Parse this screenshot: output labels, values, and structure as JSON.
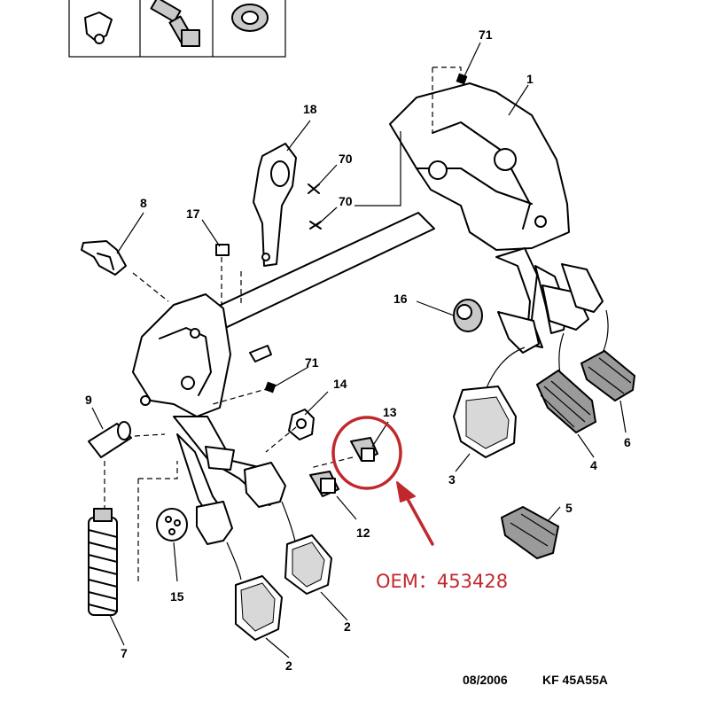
{
  "callouts": {
    "c1": "1",
    "c2a": "2",
    "c2b": "2",
    "c3": "3",
    "c4": "4",
    "c5": "5",
    "c6": "6",
    "c7": "7",
    "c8": "8",
    "c9": "9",
    "c12": "12",
    "c13": "13",
    "c14": "14",
    "c15": "15",
    "c16": "16",
    "c17": "17",
    "c18": "18",
    "c70a": "70",
    "c70b": "70",
    "c71a": "71",
    "c71b": "71"
  },
  "annotation": {
    "oem_label": "OEM：",
    "oem_number": "453428",
    "highlight_color": "#c0282d"
  },
  "footer": {
    "date": "08/2006",
    "code": "KF 45A55A"
  }
}
